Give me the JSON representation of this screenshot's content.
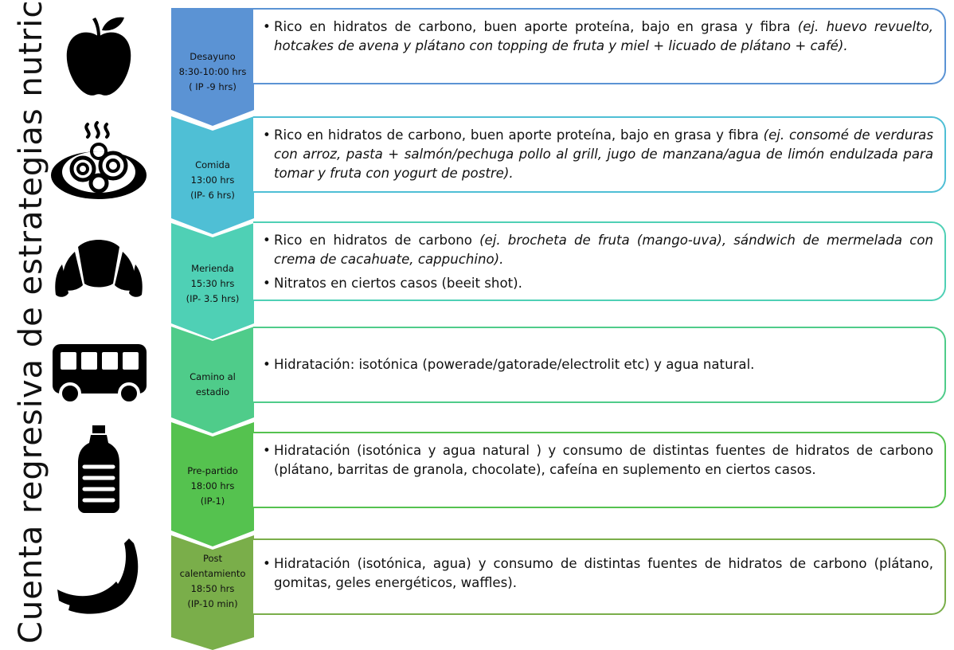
{
  "title": "Cuenta regresiva de  estrategias nutricionales",
  "colors": {
    "desayuno": "#5b93d4",
    "comida": "#4fbfd5",
    "merienda": "#4fd0b5",
    "camino": "#4fcc8a",
    "prepartido": "#55c24f",
    "post": "#7aae4a"
  },
  "steps": [
    {
      "icon": "apple-icon",
      "label_lines": [
        "Desayuno",
        "8:30-10:00 hrs",
        "( IP -9 hrs)"
      ],
      "bullets": [
        {
          "lead": "Rico en hidratos de carbono, buen aporte proteína, bajo en grasa y fibra",
          "example": " (ej. huevo revuelto, hotcakes de avena y plátano  con topping de fruta y miel + licuado de plátano + café)."
        }
      ]
    },
    {
      "icon": "pasta-plate-icon",
      "label_lines": [
        "Comida",
        "13:00 hrs",
        "(IP- 6 hrs)"
      ],
      "bullets": [
        {
          "lead": "Rico en hidratos de carbono, buen aporte proteína, bajo en grasa y fibra",
          "example": "  (ej. consomé de verduras con arroz, pasta + salmón/pechuga pollo al grill, jugo de manzana/agua de limón endulzada para tomar y fruta con yogurt de postre)."
        }
      ]
    },
    {
      "icon": "croissant-icon",
      "label_lines": [
        "Merienda",
        "15:30 hrs",
        "(IP- 3.5 hrs)"
      ],
      "bullets": [
        {
          "lead": "Rico en hidratos de carbono",
          "example": " (ej. brocheta de fruta (mango-uva), sándwich de mermelada con crema de cacahuate, cappuchino)."
        },
        {
          "lead": "Nitratos en ciertos casos",
          "rest": " (beeit shot)."
        }
      ]
    },
    {
      "icon": "bus-icon",
      "label_lines": [
        "Camino al",
        "estadio"
      ],
      "bullets": [
        {
          "lead": "Hidratación: isotónica (powerade/gatorade/electrolit etc) y agua natural."
        }
      ]
    },
    {
      "icon": "water-bottle-icon",
      "label_lines": [
        "Pre-partido",
        "18:00 hrs",
        "(IP-1)"
      ],
      "bullets": [
        {
          "lead": "Hidratación (isotónica y agua natural ) y consumo de distintas fuentes de hidratos de carbono",
          "rest": " (plátano, barritas de granola, chocolate)",
          "lead2": ", cafeína en suplemento  en ciertos casos."
        }
      ]
    },
    {
      "icon": "banana-icon",
      "label_lines": [
        "Post",
        "calentamiento",
        "18:50 hrs",
        "(IP-10 min)"
      ],
      "bullets": [
        {
          "lead": "Hidratación (isotónica, agua)  y consumo de distintas fuentes de hidratos de carbono",
          "rest": " (plátano, gomitas, geles energéticos, waffles)."
        }
      ]
    }
  ]
}
